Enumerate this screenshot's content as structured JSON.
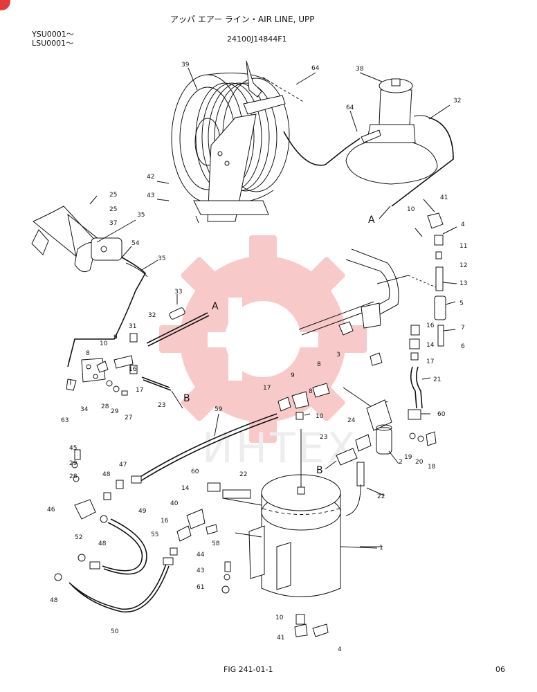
{
  "header": {
    "title": "アッパ エアー ライン・AIR LINE, UPP",
    "serial_1": "YSU0001〜",
    "serial_2": "LSU0001〜",
    "drawing_no": "24100J14844F1"
  },
  "footer": {
    "figure_ref": "FIG 241-01-1",
    "page": "06"
  },
  "connection_markers": {
    "a": "A",
    "b": "B"
  },
  "watermark": {
    "text": "ИНТЕХ",
    "color": "#f08a8a"
  },
  "callouts": {
    "c1": "1",
    "c2": "2",
    "c3": "3",
    "c4a": "4",
    "c4b": "4",
    "c5": "5",
    "c6": "6",
    "c7": "7",
    "c8a": "8",
    "c8b": "8",
    "c8c": "8",
    "c9a": "9",
    "c9b": "9",
    "c10a": "10",
    "c10b": "10",
    "c10c": "10",
    "c10d": "10",
    "c11": "11",
    "c12": "12",
    "c13": "13",
    "c14a": "14",
    "c14b": "14",
    "c16a": "16",
    "c16b": "16",
    "c17a": "17",
    "c17b": "17",
    "c17c": "17",
    "c18": "18",
    "c19": "19",
    "c20": "20",
    "c21": "21",
    "c22a": "22",
    "c22b": "22",
    "c23a": "23",
    "c23b": "23",
    "c24": "24",
    "c25a": "25",
    "c25b": "25",
    "c27": "27",
    "c28a": "28",
    "c28b": "28",
    "c29a": "29",
    "c29b": "29",
    "c31": "31",
    "c32a": "32",
    "c32b": "32",
    "c33": "33",
    "c34": "34",
    "c35a": "35",
    "c35b": "35",
    "c37": "37",
    "c38": "38",
    "c39": "39",
    "c40": "40",
    "c41a": "41",
    "c41b": "41",
    "c42": "42",
    "c43a": "43",
    "c43b": "43",
    "c44": "44",
    "c45": "45",
    "c46": "46",
    "c47": "47",
    "c48a": "48",
    "c48b": "48",
    "c48c": "48",
    "c49": "49",
    "c50": "50",
    "c52": "52",
    "c54": "54",
    "c55": "55",
    "c58": "58",
    "c59": "59",
    "c60a": "60",
    "c60b": "60",
    "c61": "61",
    "c63": "63",
    "c64a": "64",
    "c64b": "64"
  }
}
